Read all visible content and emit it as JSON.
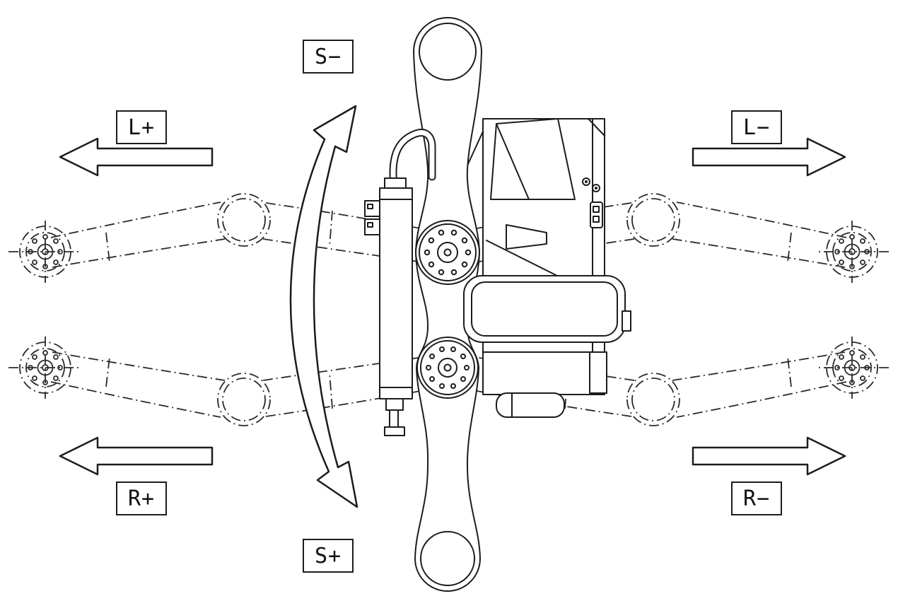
{
  "page": {
    "background": "#ffffff",
    "line_color": "#1c1c1c",
    "phantom_line_color": "#2a2a2a"
  },
  "labels": {
    "s_minus": "S−",
    "s_plus": "S+",
    "l_plus": "L+",
    "l_minus": "L−",
    "r_plus": "R+",
    "r_minus": "R−"
  },
  "arrows": {
    "l_plus": {
      "direction": "left"
    },
    "l_minus": {
      "direction": "right"
    },
    "r_plus": {
      "direction": "left"
    },
    "r_minus": {
      "direction": "right"
    },
    "s_axis": {
      "shape": "curved-double-headed",
      "between": [
        "S−",
        "S+"
      ]
    }
  },
  "figure": {
    "type": "technical-line-drawing",
    "subject": "dual-arm robot top view with axis direction labels"
  }
}
